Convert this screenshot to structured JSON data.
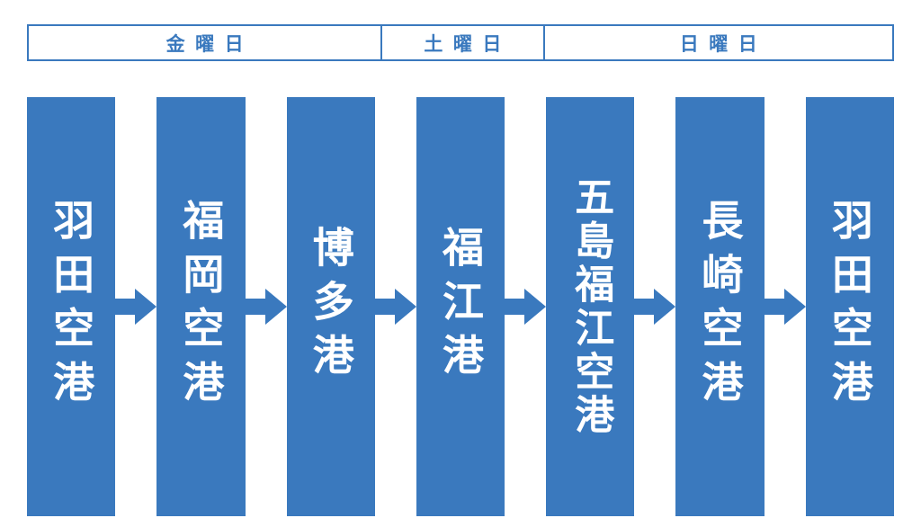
{
  "diagram": {
    "title": "travel-itinerary-flow",
    "days": [
      {
        "label": "金曜日"
      },
      {
        "label": "土曜日"
      },
      {
        "label": "日曜日"
      }
    ],
    "stops": [
      {
        "label": "羽田空港"
      },
      {
        "label": "福岡空港"
      },
      {
        "label": "博多港"
      },
      {
        "label": "福江港"
      },
      {
        "label": "五島福江空港"
      },
      {
        "label": "長崎空港"
      },
      {
        "label": "羽田空港"
      }
    ],
    "colors": {
      "primary": "#3a79be",
      "text_on_primary": "#ffffff",
      "background": "#ffffff"
    }
  }
}
